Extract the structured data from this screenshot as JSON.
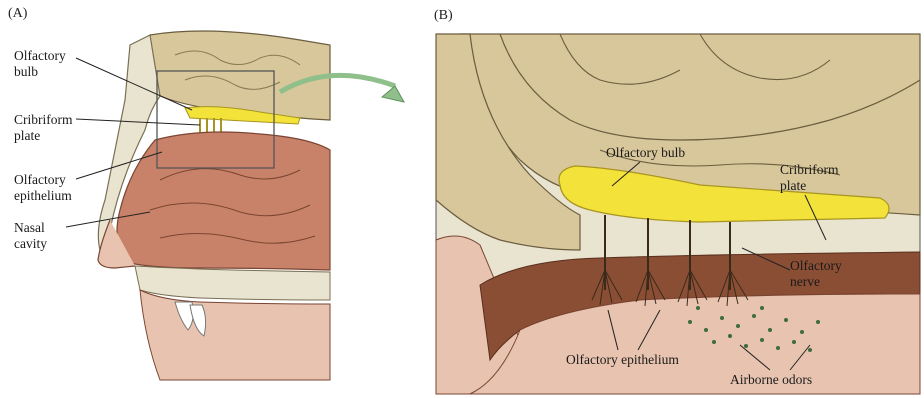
{
  "panel_a": {
    "letter": "(A)",
    "labels": {
      "olfactory_bulb": "Olfactory\nbulb",
      "cribriform_plate": "Cribriform\nplate",
      "olfactory_epithelium": "Olfactory\nepithelium",
      "nasal_cavity": "Nasal\ncavity"
    }
  },
  "panel_b": {
    "letter": "(B)",
    "labels": {
      "olfactory_bulb": "Olfactory bulb",
      "cribriform_plate": "Cribriform\nplate",
      "olfactory_nerve": "Olfactory\nnerve",
      "olfactory_epithelium": "Olfactory epithelium",
      "airborne_odors": "Airborne odors"
    }
  },
  "colors": {
    "bone": "#e9e4cf",
    "brain": "#d8c79a",
    "bulb": "#f2e23a",
    "nasal_tissue": "#c9826a",
    "epithelium_band": "#8a4e34",
    "arrow": "#8fbf8a",
    "odor_dots": "#3f6b3a"
  }
}
